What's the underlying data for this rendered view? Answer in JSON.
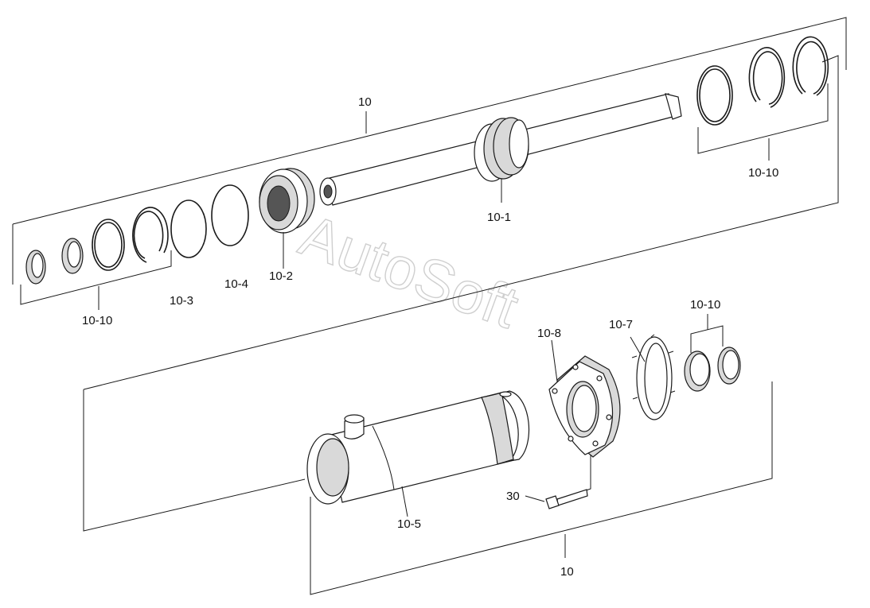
{
  "watermark": "AutoSoft",
  "labels": {
    "top_assembly": "10",
    "bottom_assembly": "10",
    "rod": "10-1",
    "piston": "10-2",
    "ring_3": "10-3",
    "ring_4": "10-4",
    "tube": "10-5",
    "lock_plate": "10-7",
    "end_flange": "10-8",
    "seals_left": "10-10",
    "seals_right_top": "10-10",
    "seals_right_bottom": "10-10",
    "bolt": "30"
  }
}
